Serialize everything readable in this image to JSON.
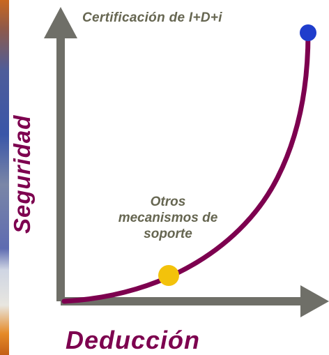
{
  "diagram": {
    "top_label": "Certificación de I+D+i",
    "middle_label_lines": [
      "Otros",
      "mecanismos de",
      "soporte"
    ],
    "y_axis_label": "Seguridad",
    "x_axis_label": "Deducción"
  },
  "colors": {
    "axis": "#6f6f68",
    "curve": "#7d004f",
    "label_text": "#666651",
    "axis_text": "#7d004f",
    "top_point": "#1f3dcc",
    "middle_point": "#f3c20b"
  }
}
